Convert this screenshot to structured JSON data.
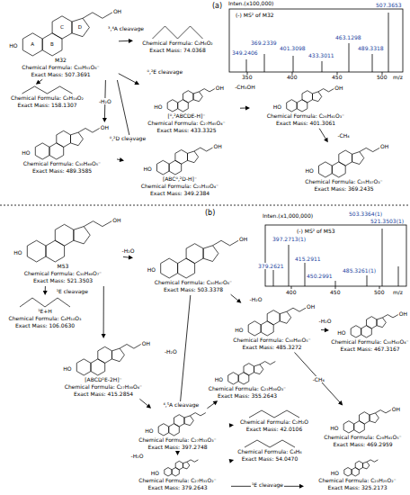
{
  "diagram": {
    "nodes": [
      {
        "text": [
          "M32",
          "Chemical Formula: C₃₀H₅₁O₆⁻",
          "Exact Mass: 507.3691"
        ]
      },
      {
        "text": [
          "Chemical Formula: C₃H₆O₂",
          "Exact Mass: 74.0368"
        ]
      },
      {
        "text": [
          "[⁰,²ABCDE-H]⁻",
          "Chemical Formula: C₂₇H₄₅O₄⁻",
          "Exact Mass: 433.3325"
        ]
      },
      {
        "text": [
          "Chemical Formula: C₂₆H₄₁O₃⁻",
          "Exact Mass: 401.3061"
        ]
      },
      {
        "text": [
          "Chemical Formula: C₂₅H₃₇O₃⁻",
          "Exact Mass: 369.2435"
        ]
      },
      {
        "text": [
          "Chemical Formula: C₈H₁₄O₂",
          "Exact Mass: 158.1307"
        ]
      },
      {
        "text": [
          "Chemical Formula: C₃₀H₄₉O₅⁻",
          "Exact Mass: 489.3585"
        ]
      },
      {
        "text": [
          "[ABC⁰,²D-H]⁻",
          "Chemical Formula: C₂₁H₃₃O₄⁻",
          "Exact Mass: 349.2384"
        ]
      },
      {
        "text": [
          "M53",
          "Chemical Formula: C₃₀H₄₉O₇⁻",
          "Exact Mass: 521.3503"
        ]
      },
      {
        "text": [
          "Chemical Formula: C₃₀H₄₇O₆⁻",
          "Exact Mass: 503.3378"
        ]
      },
      {
        "text": [
          "¹E+H",
          "Chemical Formula: C₄H₁₀O₃",
          "Exact Mass: 106.0630"
        ]
      },
      {
        "text": [
          "[ABCD¹E-2H]⁻",
          "Chemical Formula: C₂₇H₃₉O₄⁻",
          "Exact Mass: 415.2854"
        ]
      },
      {
        "text": [
          "Chemical Formula: C₃₀H₄₅O₅⁻",
          "Exact Mass: 485.3272"
        ]
      },
      {
        "text": [
          "Chemical Formula: C₃₀H₄₃O₄⁻",
          "Exact Mass: 467.3167"
        ]
      },
      {
        "text": [
          "Chemical Formula: C₂₉H₄₁O₅⁻",
          "Exact Mass: 469.2959"
        ]
      },
      {
        "text": [
          "Chemical Formula: C₂₃H₃₉O₃⁻",
          "Exact Mass: 355.2643"
        ]
      },
      {
        "text": [
          "Chemical Formula: C₂H₂O",
          "Exact Mass: 42.0106"
        ]
      },
      {
        "text": [
          "Chemical Formula: C₂₇H₃₃O₃⁻",
          "Exact Mass: 397.2748"
        ]
      },
      {
        "text": [
          "Chemical Formula: C₂₇H₃₁O₂⁻",
          "Exact Mass: 379.2643"
        ]
      },
      {
        "text": [
          "Chemical Formula: C₂₃H₂₅O₂⁻",
          "Exact Mass: 325.2173"
        ]
      },
      {
        "text": [
          "Chemical Formula: C₄H₆",
          "Exact Mass: 54.0470"
        ]
      }
    ],
    "edges": [
      {
        "from": 0,
        "to": 1,
        "arrow": "to",
        "label": "³,⁴A cleavage"
      },
      {
        "from": 0,
        "to": 2,
        "arrow": "to",
        "label": "⁰,²E cleavage"
      },
      {
        "from": 0,
        "to": 5,
        "arrow": "to"
      },
      {
        "from": 0,
        "to": 6,
        "arrow": "to",
        "label": "-H₂O"
      },
      {
        "from": 0,
        "to": 7,
        "arrow": "to",
        "label": "⁰,²D cleavage"
      },
      {
        "from": 2,
        "to": 3,
        "arrow": "to",
        "label": "-CH₃OH"
      },
      {
        "from": 3,
        "to": 4,
        "arrow": "to",
        "label": "-CH₄"
      },
      {
        "from": 6,
        "to": 7,
        "arrow": "to"
      },
      {
        "from": 8,
        "to": 9,
        "arrow": "to",
        "label": "-H₂O"
      },
      {
        "from": 8,
        "to": 10,
        "arrow": "to",
        "label": "¹E cleavage"
      },
      {
        "from": 8,
        "to": 11,
        "arrow": "to"
      },
      {
        "from": 9,
        "to": 12,
        "arrow": "to",
        "label": "-H₂O"
      },
      {
        "from": 12,
        "to": 13,
        "arrow": "to",
        "label": "-H₂O"
      },
      {
        "from": 12,
        "to": 14,
        "arrow": "to",
        "label": "-CH₄"
      },
      {
        "from": 9,
        "to": 17,
        "arrow": "to",
        "label": "-H₂O"
      },
      {
        "from": 11,
        "to": 17,
        "arrow": "to"
      },
      {
        "from": 17,
        "to": 15,
        "arrow": "to",
        "label": "⁴,⁵A cleavage"
      },
      {
        "from": 17,
        "to": 16,
        "arrow": "to"
      },
      {
        "from": 17,
        "to": 18,
        "arrow": "to",
        "label": "-H₂O"
      },
      {
        "from": 18,
        "to": 19,
        "arrow": "to",
        "label": "¹E cleavage"
      },
      {
        "from": 18,
        "to": 20,
        "arrow": "to"
      }
    ],
    "labels": [
      "(a)",
      "Inten.(x100,000)",
      "(-) MS² of M32",
      "349.2406",
      "369.2339",
      "401.3098",
      "433.3011",
      "463.1298",
      "489.3318",
      "507.3653",
      "350",
      "400",
      "450",
      "500",
      "m/z",
      "(b)",
      "Inten.(x1,000,000)",
      "(-) MS² of M53",
      "503.3364(1)",
      "397.2713(1)",
      "415.2911",
      "485.3261(1)",
      "521.3503(1)",
      "379.2621",
      "450.2991",
      "400",
      "450",
      "500",
      "m/z",
      "A",
      "B",
      "C",
      "D",
      "HO",
      "OH",
      "HO",
      "OH",
      "HO",
      "OH",
      "HO",
      "OH",
      "HO",
      "OH",
      "HO",
      "OH",
      "HO",
      "OH",
      "HO",
      "OH",
      "HO",
      "OH",
      "HO",
      "OH",
      "HO",
      "OH",
      "HO",
      "OH",
      "HO",
      "HO",
      "HO",
      "HO"
    ]
  }
}
